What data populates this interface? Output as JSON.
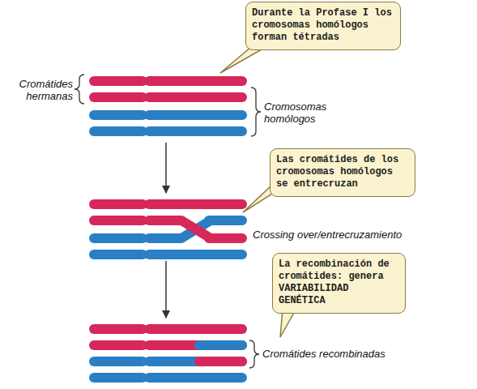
{
  "diagram": {
    "nodes": [
      {
        "text": [
          "Durante la Profase I los cromosomas homólogos forman tétradas"
        ]
      },
      {
        "text": [
          "Las cromátides de los cromosomas homólogos se entrecruzan"
        ]
      },
      {
        "text": [
          "La recombinación de cromátides: genera VARIABILIDAD GENÉTICA"
        ]
      }
    ],
    "labels": [
      "Cromátides hermanas",
      "Cromosomas homólogos",
      "Crossing over/entrecruzamiento",
      "Cromátides recombinadas"
    ]
  }
}
